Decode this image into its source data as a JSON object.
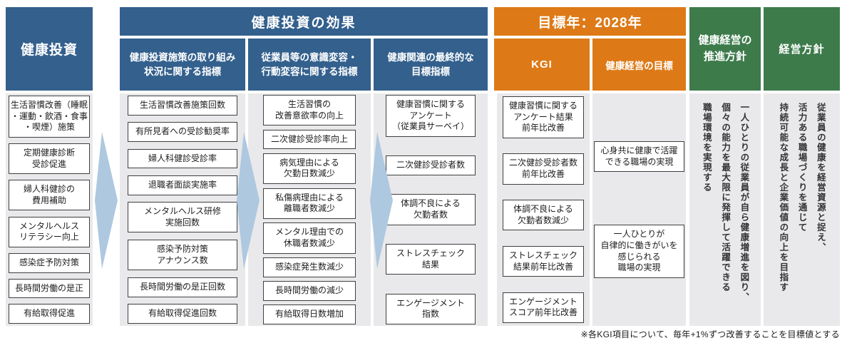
{
  "headers": {
    "investment": "健康投資",
    "effect": "健康投資の効果",
    "effect_sub1": "健康投資施策の取り組み\n状況に関する指標",
    "effect_sub2": "従業員等の意識変容・\n行動変容に関する指標",
    "effect_sub3": "健康関連の最終的な\n目標指標",
    "target_year": "目標年：2028年",
    "kgi": "KGI",
    "health_goal": "健康経営の目標",
    "promotion_policy": "健康経営の\n推進方針",
    "management_policy": "経営方針"
  },
  "columns": {
    "investment_items": [
      "生活習慣改善（睡眠\n・運動・飲酒・食事\n・喫煙）施策",
      "定期健康診断\n受診促進",
      "婦人科健診の\n費用補助",
      "メンタルヘルス\nリテラシー向上",
      "感染症予防対策",
      "長時間労働の是正",
      "有給取得促進"
    ],
    "initiative_indicators": [
      "生活習慣改善施策回数",
      "有所見者への受診勧奨率",
      "婦人科健診受診率",
      "退職者面談実施率",
      "メンタルヘルス研修\n実施回数",
      "感染予防対策\nアナウンス数",
      "長時間労働の是正回数",
      "有給取得促進回数"
    ],
    "behavior_indicators": [
      "生活習慣の\n改善意欲率の向上",
      "二次健診受診率向上",
      "病気理由による\n欠勤日数減少",
      "私傷病理由による\n離職者数減少",
      "メンタル理由での\n休職者数減少",
      "感染症発生数減少",
      "長時間労働の減少",
      "有給取得日数増加"
    ],
    "final_indicators": [
      "健康習慣に関する\nアンケート\n（従業員サーベイ）",
      "二次健診受診者数",
      "体調不良による\n欠勤者数",
      "ストレスチェック\n結果",
      "エンゲージメント\n指数"
    ],
    "kgi_items": [
      "健康習慣に関する\nアンケート結果\n前年比改善",
      "二次健診受診者数\n前年比改善",
      "体調不良による\n欠勤者数減少",
      "ストレスチェック\n結果前年比改善",
      "エンゲージメント\nスコア前年比改善"
    ],
    "goal_items": [
      "心身共に健康で活躍\nできる職場の実現",
      "一人ひとりが\n自律的に働きがいを\n感じられる\n職場の実現"
    ],
    "promotion_policy_text": [
      "一人ひとりの従業員が自ら健康増進を図り、",
      "個々の能力を最大限に発揮して活躍できる",
      "職場環境を実現する"
    ],
    "management_policy_text": [
      "従業員の健康を経営資源と捉え、",
      "活力ある職場づくりを通じて",
      "持続可能な成長と企業価値の向上を目指す"
    ]
  },
  "footnote": "※各KGI項目について、毎年+1%ずつ改善することを目標値とする",
  "colors": {
    "header_blue": "#33608D",
    "header_orange": "#DD7A17",
    "header_green": "#3D7B4B",
    "arrow_blue": "#AEC8E0",
    "panel_gray": "#E9E9EB"
  }
}
